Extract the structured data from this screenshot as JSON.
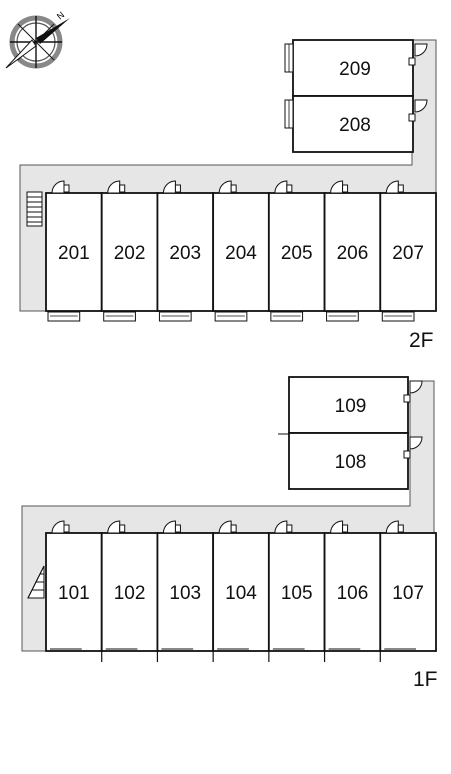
{
  "compass": {
    "icon": "compass-icon",
    "north_marker": "N"
  },
  "colors": {
    "corridor": "#e6e6e6",
    "line": "#111111",
    "unit_fill": "#ffffff"
  },
  "floors": [
    {
      "id": "floor-2",
      "label": "2F",
      "row_units": [
        "201",
        "202",
        "203",
        "204",
        "205",
        "206",
        "207"
      ],
      "annex_units": [
        "209",
        "208"
      ]
    },
    {
      "id": "floor-1",
      "label": "1F",
      "row_units": [
        "101",
        "102",
        "103",
        "104",
        "105",
        "106",
        "107"
      ],
      "annex_units": [
        "109",
        "108"
      ]
    }
  ]
}
